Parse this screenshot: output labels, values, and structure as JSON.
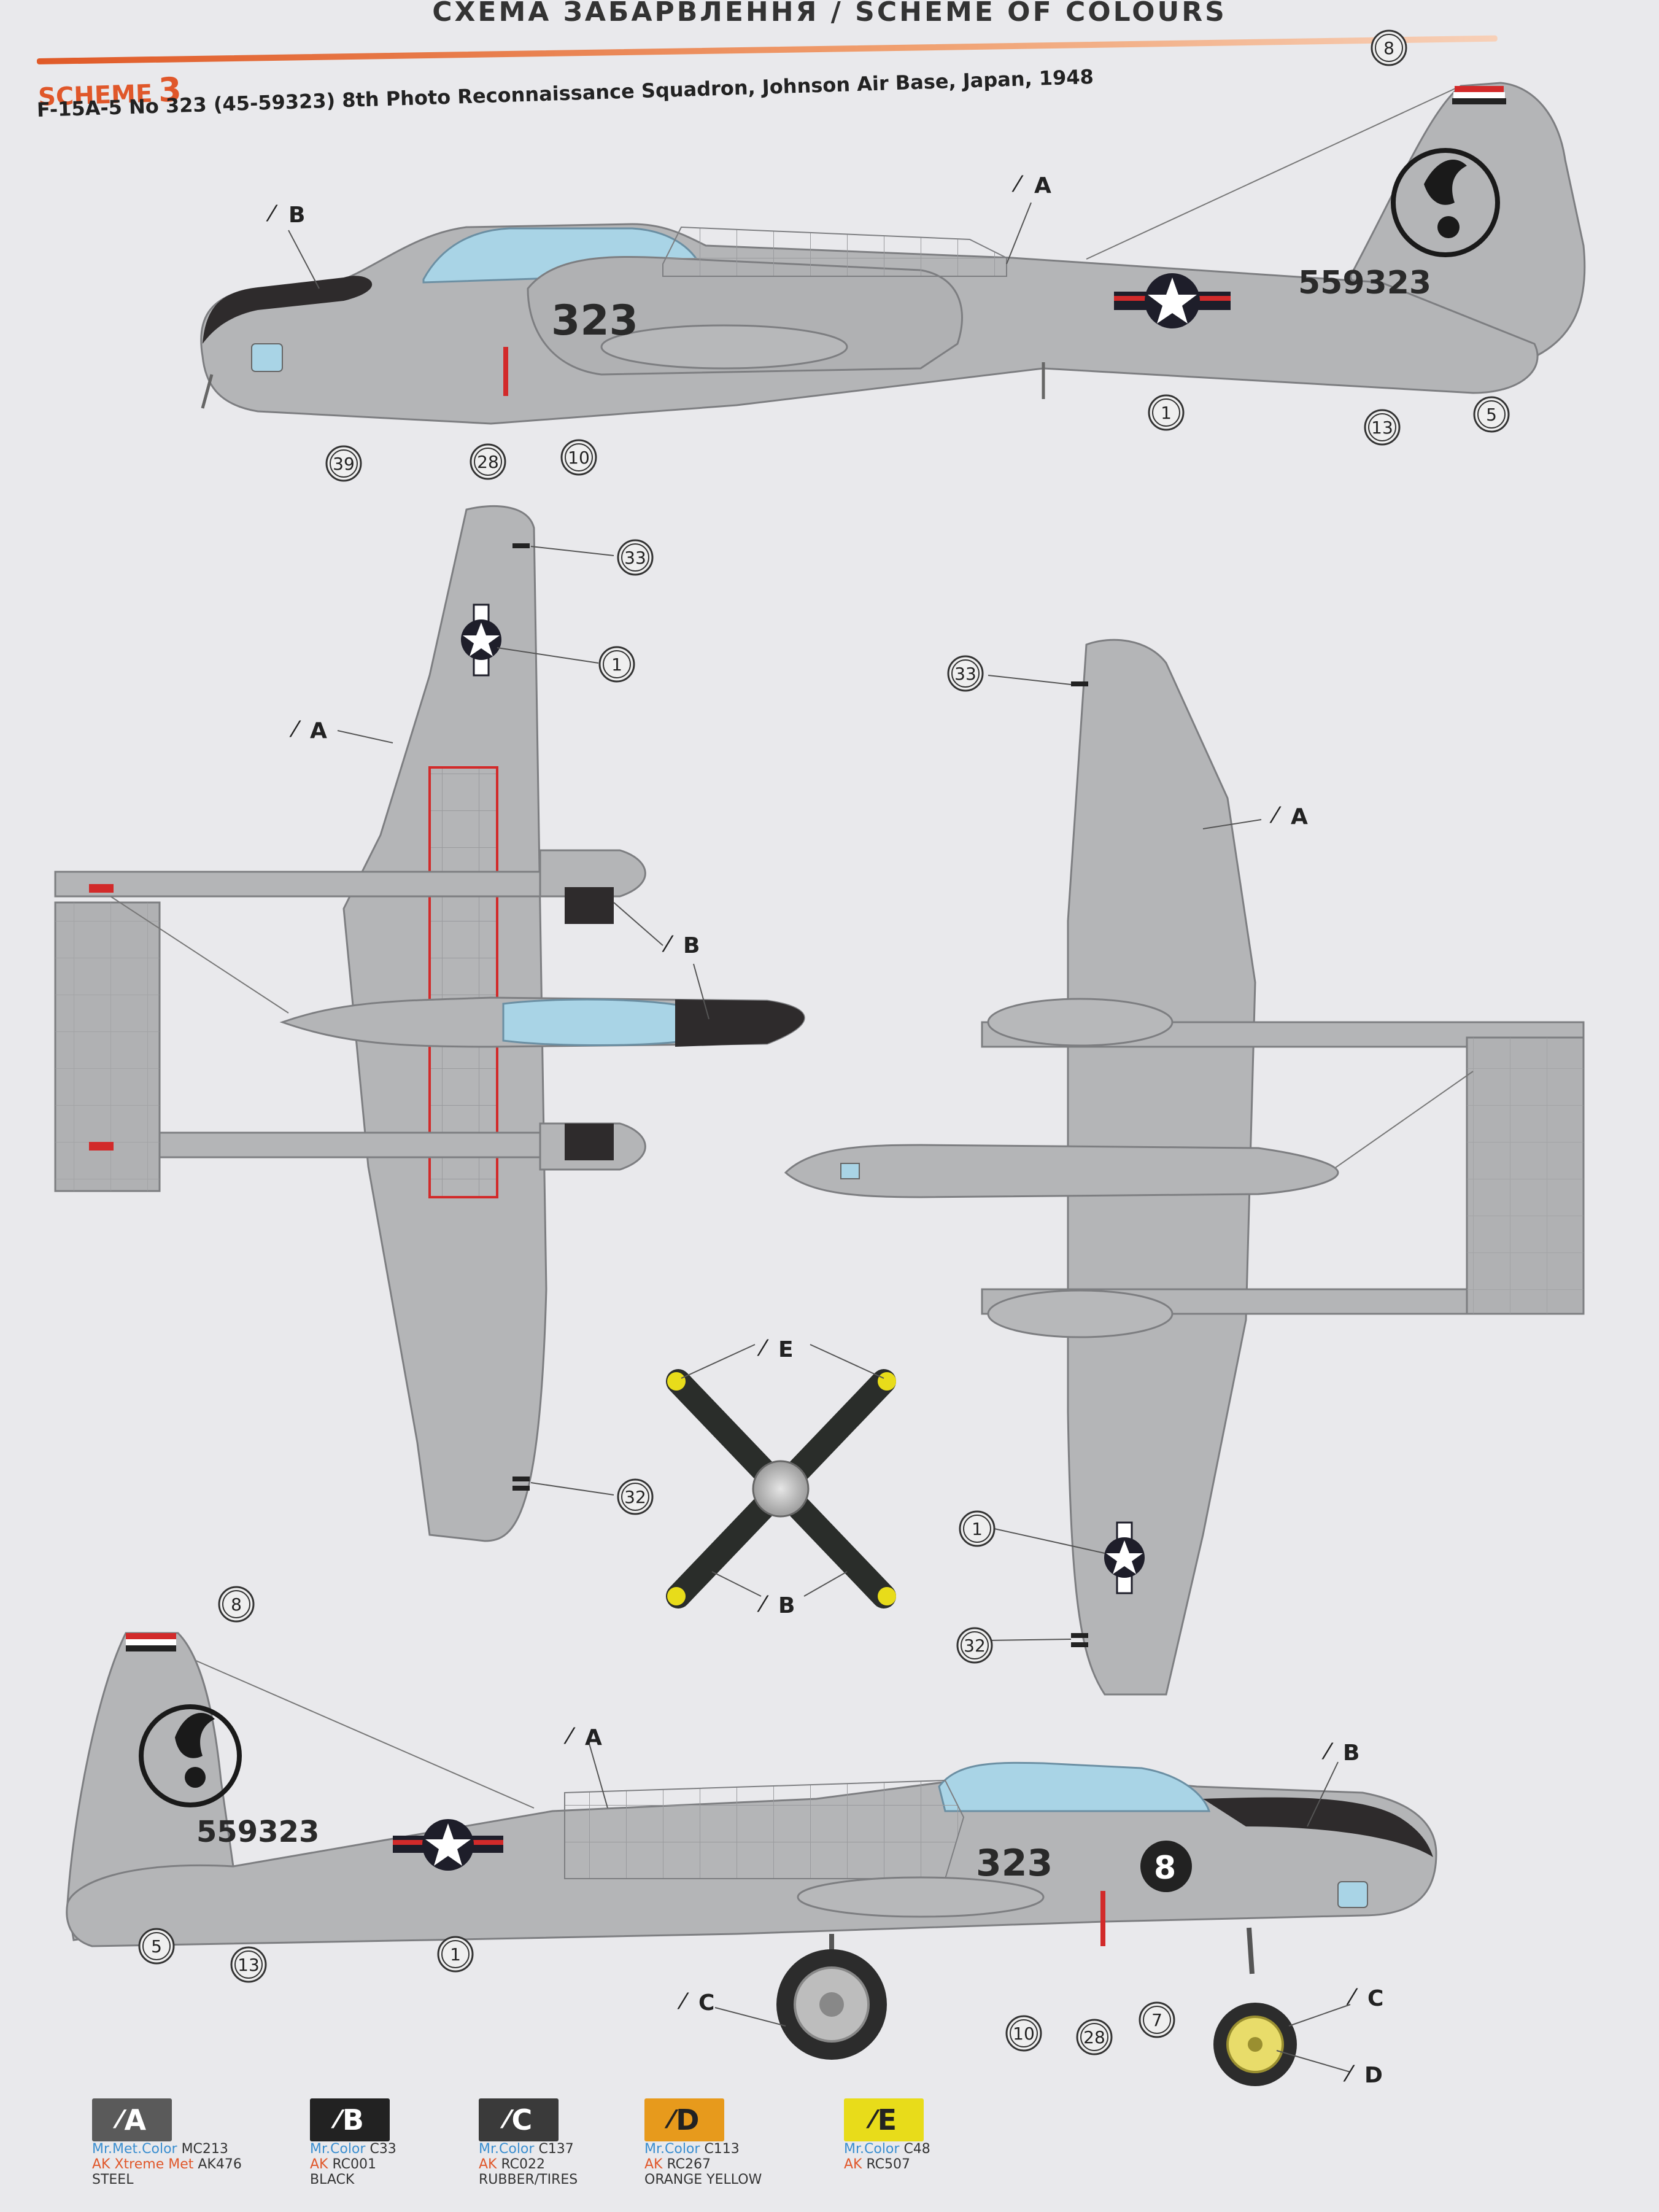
{
  "header": {
    "title": "СХЕМА ЗАБАРВЛЕННЯ / SCHEME OF COLOURS",
    "scheme_label": "SCHEME",
    "scheme_number": "3",
    "subtitle": "F-15A-5 No 323 (45-59323) 8th Photo Reconnaissance Squadron, Johnson Air Base, Japan, 1948"
  },
  "markings": {
    "nose_number": "323",
    "serial": "559323",
    "nose_badge": "8"
  },
  "callouts": {
    "side_top": [
      "8",
      "1",
      "13",
      "5",
      "39",
      "28",
      "10"
    ],
    "plan_top": [
      "33",
      "1",
      "32"
    ],
    "plan_bottom": [
      "33",
      "1",
      "32"
    ],
    "side_bottom": [
      "8",
      "5",
      "13",
      "1",
      "10",
      "28",
      "7"
    ]
  },
  "paint_letters": {
    "A": "A",
    "B": "B",
    "C": "C",
    "D": "D",
    "E": "E"
  },
  "legend": [
    {
      "letter": "A",
      "color": "#5a5a5a",
      "mr_brand": "Mr.Met.Color",
      "mr_code": "MC213",
      "ak_brand": "AK Xtreme Met",
      "ak_code": "AK476",
      "name": "STEEL"
    },
    {
      "letter": "B",
      "color": "#222222",
      "mr_brand": "Mr.Color",
      "mr_code": "C33",
      "ak_brand": "AK",
      "ak_code": "RC001",
      "name": "BLACK"
    },
    {
      "letter": "C",
      "color": "#3a3a3a",
      "mr_brand": "Mr.Color",
      "mr_code": "C137",
      "ak_brand": "AK",
      "ak_code": "RC022",
      "name": "RUBBER/TIRES"
    },
    {
      "letter": "D",
      "color": "#e79a1c",
      "mr_brand": "Mr.Color",
      "mr_code": "C113",
      "ak_brand": "AK",
      "ak_code": "RC267",
      "name": "ORANGE YELLOW"
    },
    {
      "letter": "E",
      "color": "#e8dc1a",
      "mr_brand": "Mr.Color",
      "mr_code": "C48",
      "ak_brand": "AK",
      "ak_code": "RC507",
      "name": ""
    }
  ],
  "colors": {
    "accent": "#e0572a",
    "aircraft_grey": "#b4b5b7",
    "panel_line": "#8c8d90",
    "canopy": "#a9d4e6",
    "anti_glare": "#2e2b2c",
    "insignia_blue": "#1e1e2a",
    "red": "#d22a2a"
  }
}
